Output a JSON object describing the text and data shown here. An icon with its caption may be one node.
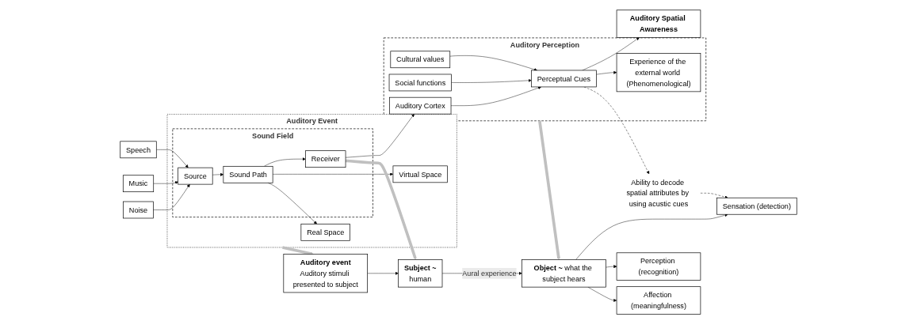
{
  "diagram": {
    "nodes": [
      {
        "text": [
          "Auditory Event"
        ]
      },
      {
        "text": [
          "Sound Field"
        ],
        "in": 0
      },
      {
        "text": [
          "Speech"
        ]
      },
      {
        "text": [
          "Music"
        ]
      },
      {
        "text": [
          "Noise"
        ]
      },
      {
        "text": [
          "Source"
        ],
        "in": 1
      },
      {
        "text": [
          "Sound Path"
        ],
        "in": 1
      },
      {
        "text": [
          "Receiver"
        ],
        "in": 1
      },
      {
        "text": [
          "Virtual Space"
        ],
        "in": 0
      },
      {
        "text": [
          "Real Space"
        ],
        "in": 0
      },
      {
        "text": [
          "Auditory Perception"
        ]
      },
      {
        "text": [
          "Cultural values"
        ],
        "in": 10
      },
      {
        "text": [
          "Social functions"
        ],
        "in": 10
      },
      {
        "text": [
          "Auditory Cortex"
        ],
        "in": 10
      },
      {
        "text": [
          "Perceptual Cues"
        ],
        "in": 10
      },
      {
        "text": [
          "Experience of the external world (Phenomenological)"
        ],
        "in": 10
      },
      {
        "text": [
          "Auditory Spatial Awareness"
        ]
      },
      {
        "text": [
          "Ability to decode spatial attributes by using acustic cues"
        ]
      },
      {
        "text": [
          "Auditory event",
          "Auditory stimuli presented to subject"
        ]
      },
      {
        "text": [
          "Subject ~",
          "human"
        ]
      },
      {
        "text": [
          "**Object ~** what the subject hears"
        ]
      },
      {
        "text": [
          "Sensation (detection)"
        ]
      },
      {
        "text": [
          "Perception (recognition)"
        ]
      },
      {
        "text": [
          "Affection (meaningfulness)"
        ]
      }
    ],
    "edges": [
      {
        "from": 2,
        "to": 5,
        "arrow": "to"
      },
      {
        "from": 3,
        "to": 5,
        "arrow": "to"
      },
      {
        "from": 4,
        "to": 5,
        "arrow": "to"
      },
      {
        "from": 5,
        "to": 6,
        "arrow": "to"
      },
      {
        "from": 6,
        "to": 7,
        "arrow": "to"
      },
      {
        "from": 6,
        "to": 8,
        "arrow": "to"
      },
      {
        "from": 6,
        "to": 9,
        "arrow": "to"
      },
      {
        "from": 7,
        "to": 13,
        "arrow": "to"
      },
      {
        "from": 13,
        "to": 14,
        "arrow": "to"
      },
      {
        "from": 11,
        "to": 14,
        "arrow": "to"
      },
      {
        "from": 12,
        "to": 14,
        "arrow": "to"
      },
      {
        "from": 14,
        "to": 16,
        "arrow": "to"
      },
      {
        "from": 14,
        "to": 15,
        "arrow": "to"
      },
      {
        "from": 14,
        "to": 17,
        "arrow": "to",
        "style": "dashed"
      },
      {
        "from": 17,
        "to": 21,
        "arrow": "to",
        "style": "dashed"
      },
      {
        "from": 0,
        "to": 18,
        "arrow": "to",
        "style": "thick",
        "color": "#c0c0c0"
      },
      {
        "from": 7,
        "to": 19,
        "arrow": "to",
        "style": "thick",
        "color": "#c0c0c0"
      },
      {
        "from": 10,
        "to": 20,
        "arrow": "to",
        "style": "thick",
        "color": "#c0c0c0"
      },
      {
        "from": 18,
        "to": 19,
        "arrow": "to"
      },
      {
        "from": 19,
        "to": 20,
        "label": "Aural experience",
        "arrow": "to"
      },
      {
        "from": 20,
        "to": 21,
        "arrow": "to"
      },
      {
        "from": 20,
        "to": 22,
        "arrow": "to"
      },
      {
        "from": 20,
        "to": 23,
        "arrow": "to"
      }
    ]
  }
}
